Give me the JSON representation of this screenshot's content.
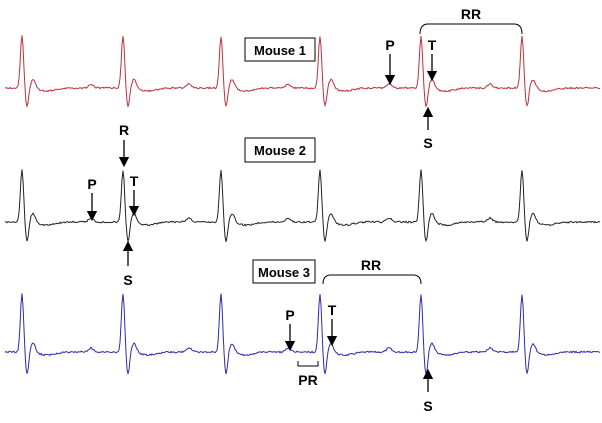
{
  "traces": [
    {
      "label": "Mouse 1",
      "color": "#c0303a"
    },
    {
      "label": "Mouse 2",
      "color": "#222222"
    },
    {
      "label": "Mouse 3",
      "color": "#2b2bb0"
    }
  ],
  "annotations": {
    "m1": {
      "p": "P",
      "t": "T",
      "s": "S",
      "rr": "RR"
    },
    "m2": {
      "r": "R",
      "p": "P",
      "t": "T",
      "s": "S"
    },
    "m3": {
      "p": "P",
      "t": "T",
      "s": "S",
      "rr": "RR",
      "pr": "PR"
    }
  }
}
